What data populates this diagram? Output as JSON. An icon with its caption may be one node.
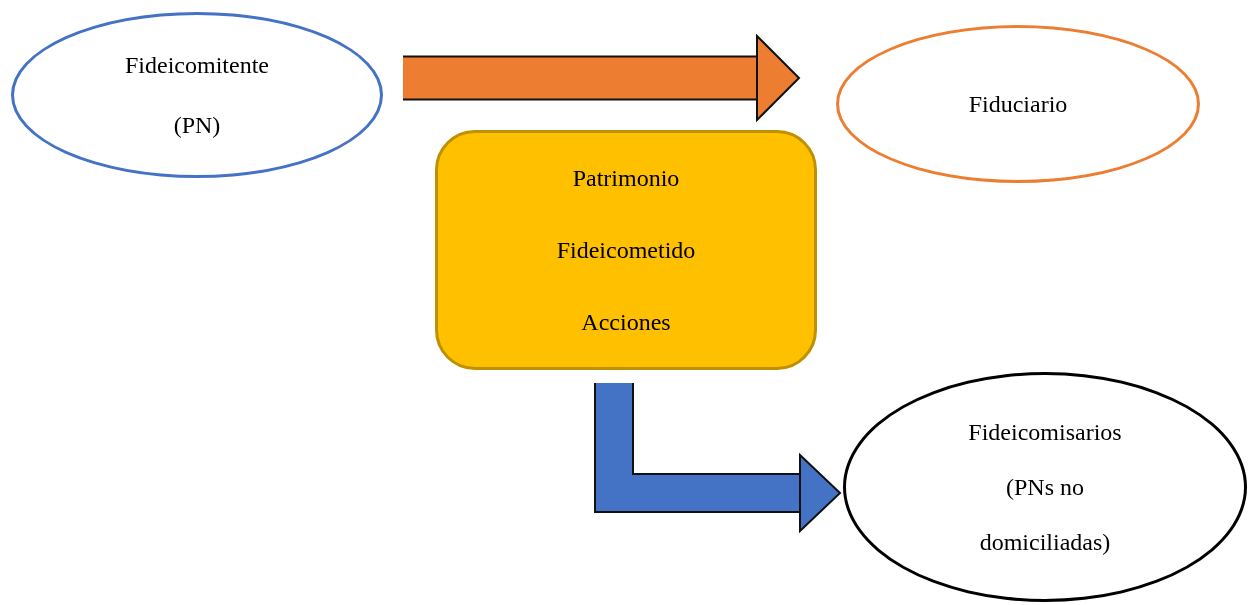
{
  "diagram": {
    "nodes": [
      {
        "text": [
          "Fideicomitente (PN)"
        ]
      },
      {
        "text": [
          "Fiduciario"
        ]
      },
      {
        "text": [
          "Patrimonio Fideicometido",
          "Acciones"
        ]
      },
      {
        "text": [
          "Fideicomisarios (PNs no domiciliadas)"
        ]
      }
    ],
    "edges": [
      {
        "from": 0,
        "to": 1,
        "arrow": "to",
        "color": "#ed7d31"
      },
      {
        "from": 2,
        "to": 3,
        "arrow": "to",
        "color": "#4472c4"
      }
    ]
  }
}
